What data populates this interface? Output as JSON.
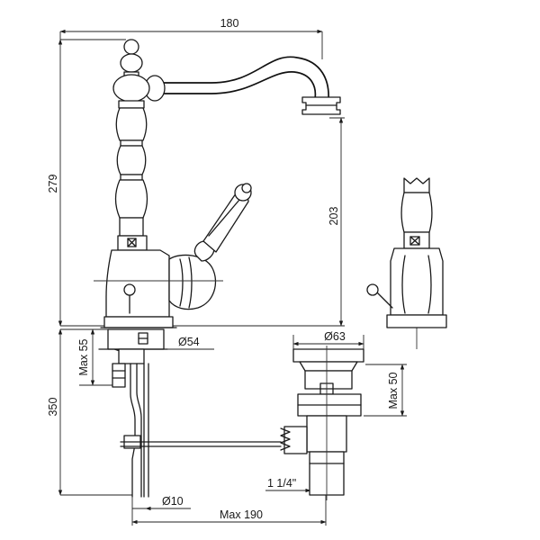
{
  "dimensions": {
    "top_width": "180",
    "total_height": "279",
    "spout_height": "203",
    "max_55": "Max 55",
    "dia_54": "Ø54",
    "dia_63": "Ø63",
    "max_50": "Max 50",
    "length_350": "350",
    "thread": "1 1/4\"",
    "dia_10": "Ø10",
    "max_190": "Max 190"
  }
}
